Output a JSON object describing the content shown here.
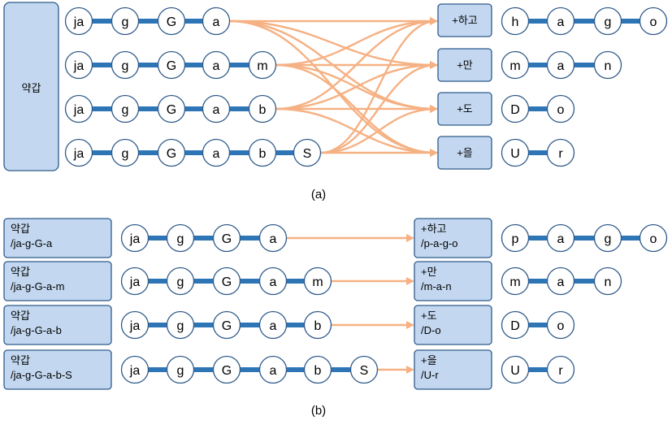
{
  "panel_a": {
    "root_label": "약갑",
    "rows": [
      [
        "ja",
        "g",
        "G",
        "a"
      ],
      [
        "ja",
        "g",
        "G",
        "a",
        "m"
      ],
      [
        "ja",
        "g",
        "G",
        "a",
        "b"
      ],
      [
        "ja",
        "g",
        "G",
        "a",
        "b",
        "S"
      ]
    ],
    "suffixes": [
      "+하고",
      "+만",
      "+도",
      "+을"
    ],
    "outputs": [
      [
        "h",
        "a",
        "g",
        "o"
      ],
      [
        "m",
        "a",
        "n"
      ],
      [
        "D",
        "o"
      ],
      [
        "U",
        "r"
      ]
    ],
    "caption": "(a)"
  },
  "panel_b": {
    "left_boxes": [
      [
        "약갑",
        "/ja-g-G-a"
      ],
      [
        "약갑",
        "/ja-g-G-a-m"
      ],
      [
        "약갑",
        "/ja-g-G-a-b"
      ],
      [
        "약갑",
        "/ja-g-G-a-b-S"
      ]
    ],
    "rows": [
      [
        "ja",
        "g",
        "G",
        "a"
      ],
      [
        "ja",
        "g",
        "G",
        "a",
        "m"
      ],
      [
        "ja",
        "g",
        "G",
        "a",
        "b"
      ],
      [
        "ja",
        "g",
        "G",
        "a",
        "b",
        "S"
      ]
    ],
    "suffix_boxes": [
      [
        "+하고",
        "/p-a-g-o"
      ],
      [
        "+만",
        "/m-a-n"
      ],
      [
        "+도",
        "/D-o"
      ],
      [
        "+을",
        "/U-r"
      ]
    ],
    "outputs": [
      [
        "p",
        "a",
        "g",
        "o"
      ],
      [
        "m",
        "a",
        "n"
      ],
      [
        "D",
        "o"
      ],
      [
        "U",
        "r"
      ]
    ],
    "caption": "(b)"
  },
  "colors": {
    "node_stroke": "#2e5a8a",
    "link": "#2e75b6",
    "box_fill": "#c3d8f0",
    "arrow": "#f5b183"
  }
}
